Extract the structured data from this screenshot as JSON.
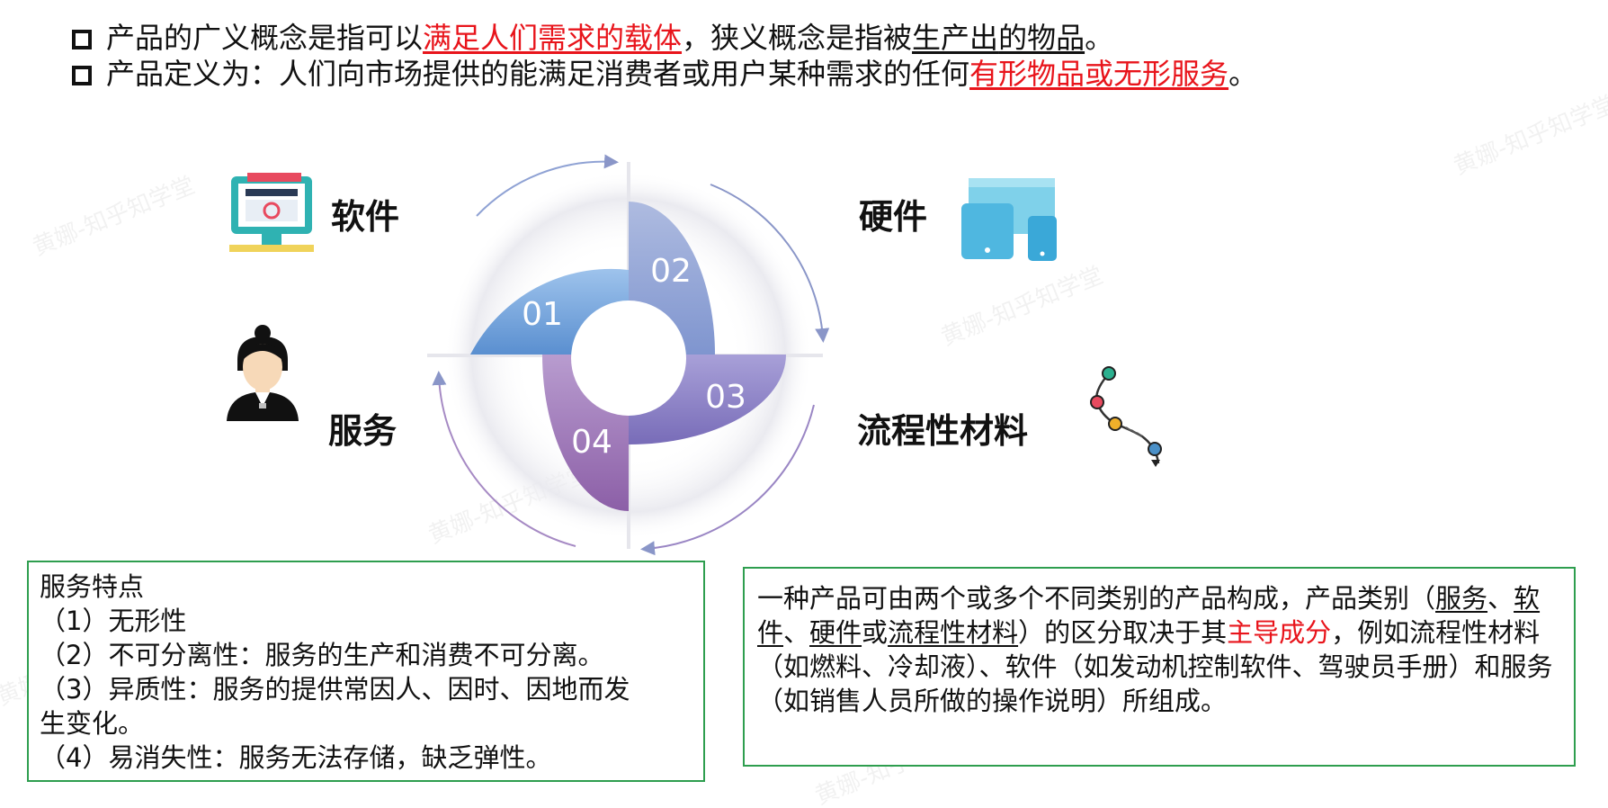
{
  "header": {
    "line1": {
      "p1": "产品的广义概念是指可以",
      "p2": "满足人们需求的载体",
      "p3": "，狭义概念是指被",
      "p4": "生产出",
      "p5": "的物品",
      "p6": "。"
    },
    "line2": {
      "p1": "产品定义为：人们向市场提供的能满足消费者或用户某种需求的任何",
      "p2": "有形物品",
      "p3": "或",
      "p4": "无形服务",
      "p5": "。"
    }
  },
  "diagram": {
    "segments": [
      {
        "label": "01",
        "color": "#6f9fd8"
      },
      {
        "label": "02",
        "color": "#8ea6d6"
      },
      {
        "label": "03",
        "color": "#8d84c4"
      },
      {
        "label": "04",
        "color": "#a07ab8"
      }
    ],
    "categories": {
      "software": "软件",
      "hardware": "硬件",
      "service": "服务",
      "material": "流程性材料"
    }
  },
  "left_box": {
    "title": "服务特点",
    "items": [
      "（1）无形性",
      "（2）不可分离性：服务的生产和消费不可分离。",
      "（3）异质性：服务的提供常因人、因时、因地而发",
      "生变化。",
      "（4）易消失性：服务无法存储，缺乏弹性。"
    ]
  },
  "right_box": {
    "parts": {
      "a": "一种产品可由两个或多个不同类别的产品构成，产品类别（",
      "b": "服务",
      "c": "、",
      "d": "软件",
      "e": "、",
      "f": "硬件",
      "g": "或",
      "h": "流程性材料",
      "i": "）的区分取决于其",
      "j": "主导成分",
      "k": "，例如流程性材料（如燃料、冷却液）、软件（如发动机控制软件、驾驶员手册）和服务（如销售人员所做的操作说明）所组成。"
    }
  },
  "watermarks": [
    "黄娜-知乎知学堂",
    "黄娜-知乎知学堂",
    "黄娜-知乎知学堂",
    "黄娜-知乎知学堂",
    "黄娜-知乎知学堂",
    "黄娜-知乎知学堂"
  ],
  "colors": {
    "accent_red": "#e8141b",
    "box_border": "#2e9e4f"
  }
}
